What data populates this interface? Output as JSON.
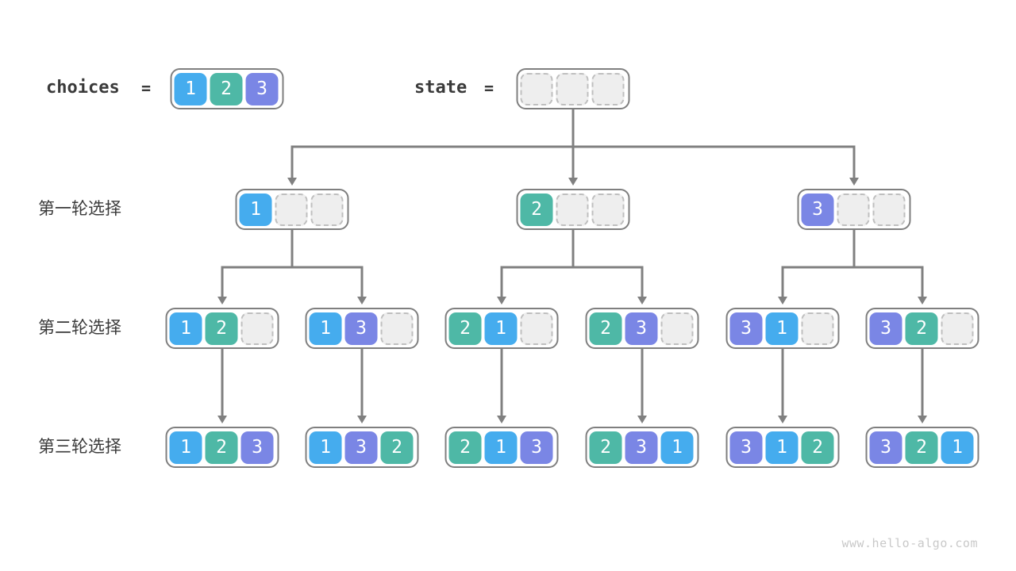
{
  "title_row": {
    "choices_label": "choices",
    "equals": "=",
    "choices": [
      "1",
      "2",
      "3"
    ],
    "state_label": "state",
    "state_size": 3
  },
  "rounds": [
    {
      "label": "第一轮选择",
      "nodes": [
        [
          "1"
        ],
        [
          "2"
        ],
        [
          "3"
        ]
      ]
    },
    {
      "label": "第二轮选择",
      "nodes": [
        [
          "1",
          "2"
        ],
        [
          "1",
          "3"
        ],
        [
          "2",
          "1"
        ],
        [
          "2",
          "3"
        ],
        [
          "3",
          "1"
        ],
        [
          "3",
          "2"
        ]
      ]
    },
    {
      "label": "第三轮选择",
      "nodes": [
        [
          "1",
          "2",
          "3"
        ],
        [
          "1",
          "3",
          "2"
        ],
        [
          "2",
          "1",
          "3"
        ],
        [
          "2",
          "3",
          "1"
        ],
        [
          "3",
          "1",
          "2"
        ],
        [
          "3",
          "2",
          "1"
        ]
      ]
    }
  ],
  "array_size": 3,
  "colors": {
    "value_1": "#45acee",
    "value_2": "#4eb8a6",
    "value_3": "#7a86e5",
    "connector": "#808080",
    "node_border": "#7f7f7f",
    "empty_cell": "#eeeeee"
  },
  "watermark": "www.hello-algo.com"
}
